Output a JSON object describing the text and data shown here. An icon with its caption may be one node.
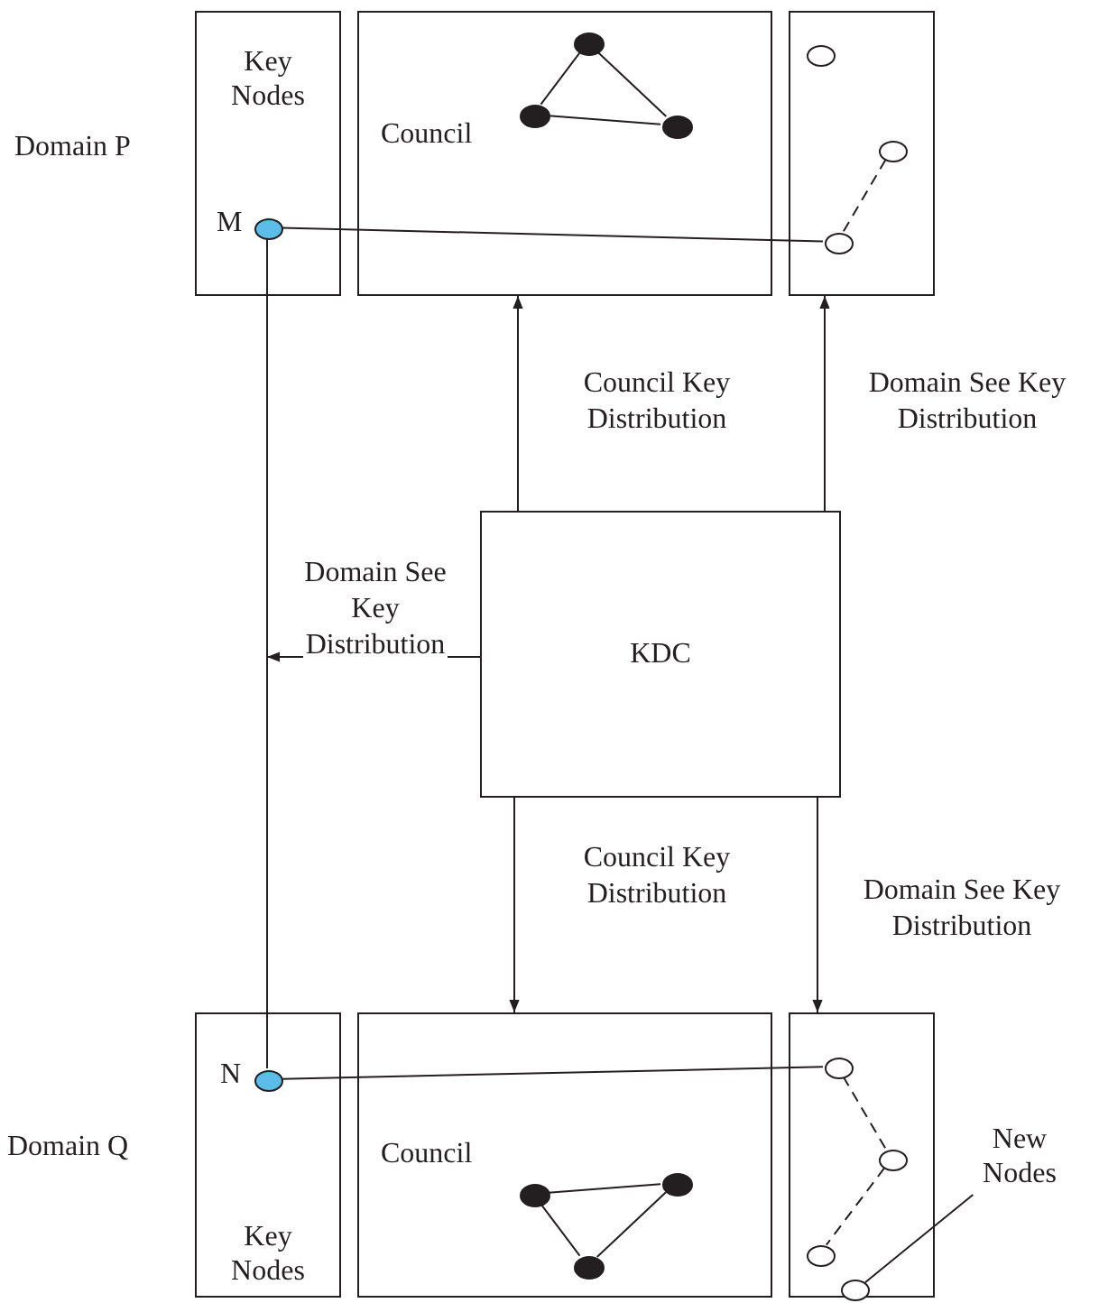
{
  "diagram": {
    "nodes": [
      {
        "text": [
          "Key Nodes"
        ]
      },
      {
        "text": [],
        "shape": "circle",
        "beside": [
          "M"
        ],
        "in": 0
      },
      {
        "text": [
          "Council"
        ]
      },
      {
        "text": [],
        "shape": "circle",
        "in": 2
      },
      {
        "text": [],
        "shape": "circle",
        "in": 2
      },
      {
        "text": [],
        "shape": "circle",
        "in": 2
      },
      {
        "text": [],
        "shape": "box"
      },
      {
        "text": [],
        "shape": "circle",
        "in": 6
      },
      {
        "text": [],
        "shape": "circle",
        "in": 6
      },
      {
        "text": [],
        "shape": "circle",
        "in": 6
      },
      {
        "text": [
          "KDC"
        ]
      },
      {
        "text": [
          "Key Nodes"
        ]
      },
      {
        "text": [],
        "shape": "circle",
        "beside": [
          "N"
        ],
        "in": 11
      },
      {
        "text": [
          "Council"
        ]
      },
      {
        "text": [],
        "shape": "circle",
        "in": 13
      },
      {
        "text": [],
        "shape": "circle",
        "in": 13
      },
      {
        "text": [],
        "shape": "circle",
        "in": 13
      },
      {
        "text": [],
        "shape": "box"
      },
      {
        "text": [],
        "shape": "circle",
        "in": 17
      },
      {
        "text": [],
        "shape": "circle",
        "in": 17
      },
      {
        "text": [],
        "shape": "circle",
        "in": 17
      },
      {
        "text": [],
        "shape": "circle"
      },
      {
        "text": [
          "New Nodes"
        ]
      }
    ],
    "edges": [
      {
        "from": 3,
        "to": 4,
        "arrow": "none"
      },
      {
        "from": 4,
        "to": 5,
        "arrow": "none"
      },
      {
        "from": 3,
        "to": 5,
        "arrow": "none"
      },
      {
        "from": 8,
        "to": 9,
        "arrow": "none",
        "style": "dashed"
      },
      {
        "from": 1,
        "to": 9,
        "arrow": "none"
      },
      {
        "from": 1,
        "to": 12,
        "arrow": "none"
      },
      {
        "from": 10,
        "to": 2,
        "arrow": "to",
        "label": "Council Key Distribution"
      },
      {
        "from": 10,
        "to": 6,
        "arrow": "to",
        "label": "Domain See Key Distribution"
      },
      {
        "from": 10,
        "to": null,
        "arrow": "to",
        "label": "Domain See Key Distribution"
      },
      {
        "from": 10,
        "to": 13,
        "arrow": "to",
        "label": "Council Key Distribution"
      },
      {
        "from": 10,
        "to": 17,
        "arrow": "to",
        "label": "Domain See Key Distribution"
      },
      {
        "from": 12,
        "to": 18,
        "arrow": "none"
      },
      {
        "from": 18,
        "to": 19,
        "arrow": "none",
        "style": "dashed"
      },
      {
        "from": 19,
        "to": 20,
        "arrow": "none",
        "style": "dashed"
      },
      {
        "from": 14,
        "to": 15,
        "arrow": "none"
      },
      {
        "from": 14,
        "to": 16,
        "arrow": "none"
      },
      {
        "from": 15,
        "to": 16,
        "arrow": "none"
      },
      {
        "from": 22,
        "to": 21,
        "arrow": "none"
      }
    ],
    "labels": [
      "Domain P",
      "Domain Q"
    ]
  }
}
